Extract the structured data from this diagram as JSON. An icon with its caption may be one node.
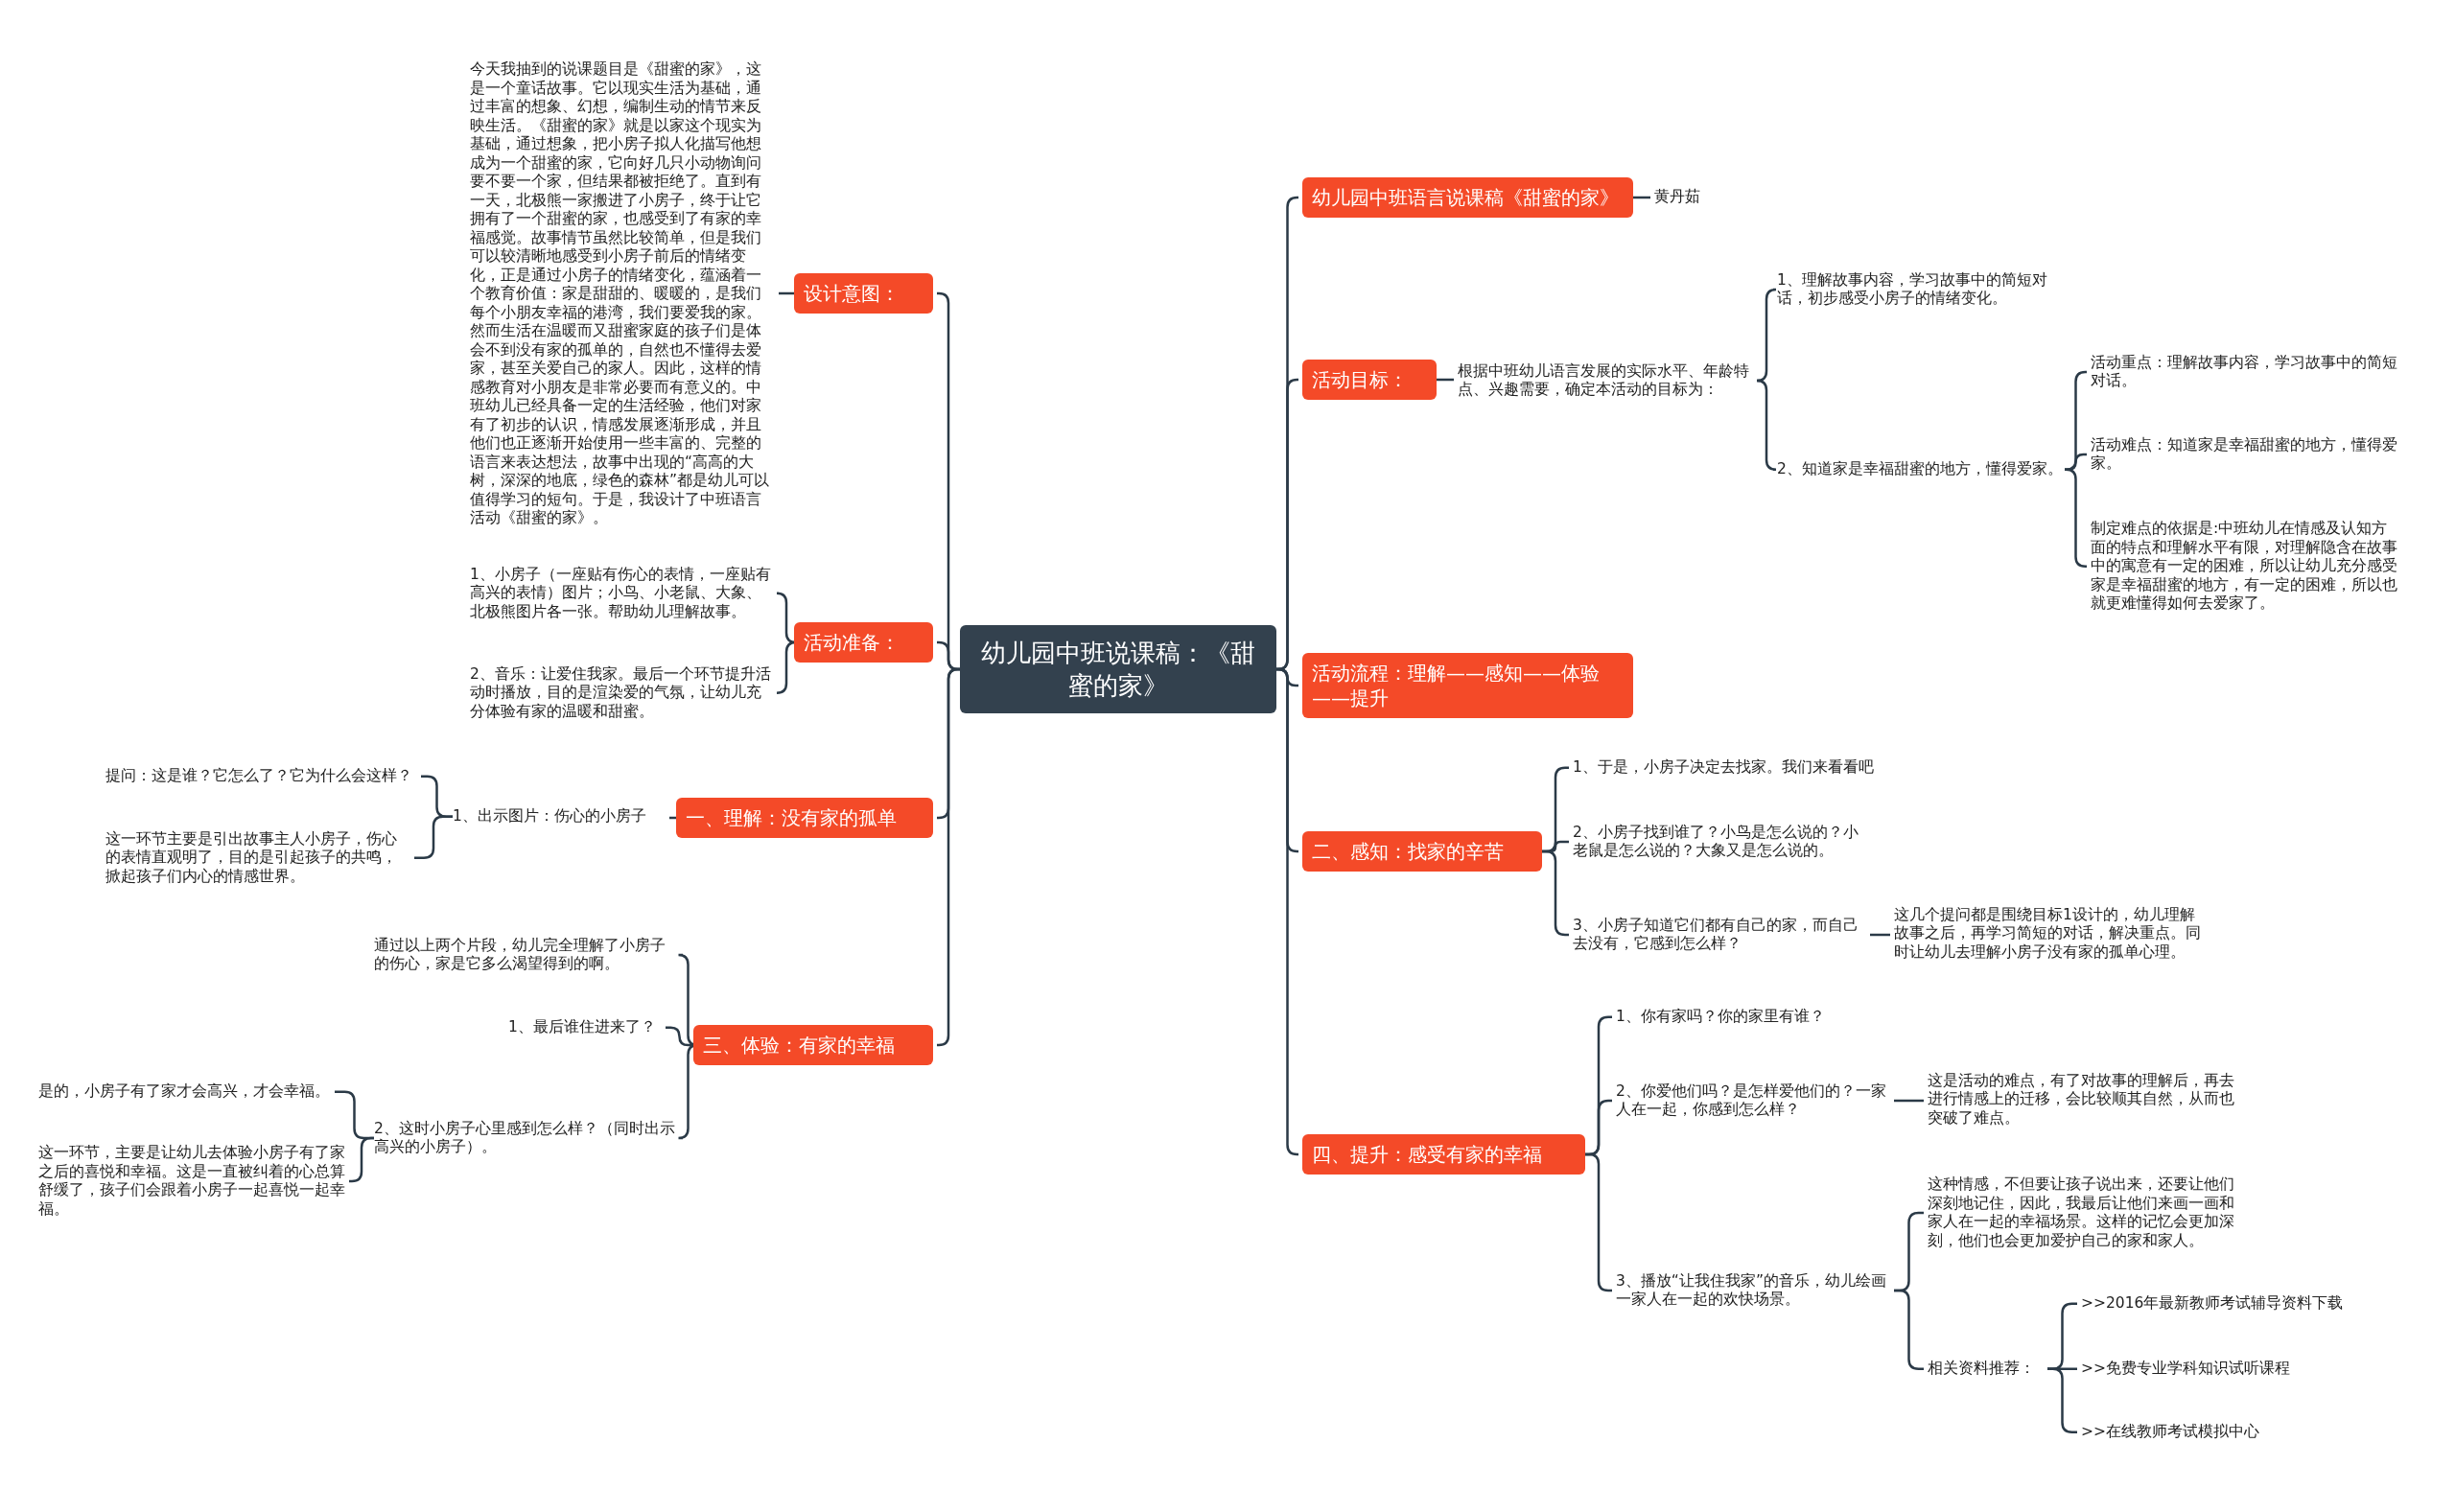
{
  "diagram": {
    "nodes": [
      {
        "text": [
          "幼儿园中班说课稿：《甜蜜的家》"
        ]
      },
      {
        "text": [
          "幼儿园中班语言说课稿《甜蜜的家》"
        ]
      },
      {
        "text": [
          "黄丹茹"
        ]
      },
      {
        "text": [
          "活动目标："
        ]
      },
      {
        "text": [
          "根据中班幼儿语言发展的实际水平、年龄特点、兴趣需要，确定本活动的目标为："
        ]
      },
      {
        "text": [
          "1、理解故事内容，学习故事中的简短对话，初步感受小房子的情绪变化。"
        ]
      },
      {
        "text": [
          "2、知道家是幸福甜蜜的地方，懂得爱家。"
        ]
      },
      {
        "text": [
          "活动重点：理解故事内容，学习故事中的简短对话。"
        ]
      },
      {
        "text": [
          "活动难点：知道家是幸福甜蜜的地方，懂得爱家。"
        ]
      },
      {
        "text": [
          "制定难点的依据是:中班幼儿在情感及认知方面的特点和理解水平有限，对理解隐含在故事中的寓意有一定的困难，所以让幼儿充分感受家是幸福甜蜜的地方，有一定的困难，所以也就更难懂得如何去爱家了。"
        ]
      },
      {
        "text": [
          "活动流程：理解——感知——体验——提升"
        ]
      },
      {
        "text": [
          "二、感知：找家的辛苦"
        ]
      },
      {
        "text": [
          "1、于是，小房子决定去找家。我们来看看吧"
        ]
      },
      {
        "text": [
          "2、小房子找到谁了？小鸟是怎么说的？小老鼠是怎么说的？大象又是怎么说的。"
        ]
      },
      {
        "text": [
          "3、小房子知道它们都有自己的家，而自己去没有，它感到怎么样？"
        ]
      },
      {
        "text": [
          "这几个提问都是围绕目标1设计的，幼儿理解故事之后，再学习简短的对话，解决重点。同时让幼儿去理解小房子没有家的孤单心理。"
        ]
      },
      {
        "text": [
          "四、提升：感受有家的幸福"
        ]
      },
      {
        "text": [
          "1、你有家吗？你的家里有谁？"
        ]
      },
      {
        "text": [
          "2、你爱他们吗？是怎样爱他们的？一家人在一起，你感到怎么样？"
        ]
      },
      {
        "text": [
          "这是活动的难点，有了对故事的理解后，再去进行情感上的迁移，会比较顺其自然，从而也突破了难点。"
        ]
      },
      {
        "text": [
          "3、播放“让我住我家”的音乐，幼儿绘画一家人在一起的欢快场景。"
        ]
      },
      {
        "text": [
          "这种情感，不但要让孩子说出来，还要让他们深刻地记住，因此，我最后让他们来画一画和家人在一起的幸福场景。这样的记忆会更加深刻，他们也会更加爱护自己的家和家人。"
        ]
      },
      {
        "text": [
          "相关资料推荐："
        ]
      },
      {
        "text": [
          ">>2016年最新教师考试辅导资料下载"
        ]
      },
      {
        "text": [
          ">>免费专业学科知识试听课程"
        ]
      },
      {
        "text": [
          ">>在线教师考试模拟中心"
        ]
      },
      {
        "text": [
          "设计意图："
        ]
      },
      {
        "text": [
          "今天我抽到的说课题目是《甜蜜的家》，这是一个童话故事。它以现实生活为基础，通过丰富的想象、幻想，编制生动的情节来反映生活。《甜蜜的家》就是以家这个现实为基础，通过想象，把小房子拟人化描写他想成为一个甜蜜的家，它向好几只小动物询问要不要一个家，但结果都被拒绝了。直到有一天，北极熊一家搬进了小房子，终于让它拥有了一个甜蜜的家，也感受到了有家的幸福感觉。故事情节虽然比较简单，但是我们可以较清晰地感受到小房子前后的情绪变化，正是通过小房子的情绪变化，蕴涵着一个教育价值：家是甜甜的、暖暖的，是我们每个小朋友幸福的港湾，我们要爱我的家。然而生活在温暖而又甜蜜家庭的孩子们是体会不到没有家的孤单的，自然也不懂得去爱家，甚至关爱自己的家人。因此，这样的情感教育对小朋友是非常必要而有意义的。中班幼儿已经具备一定的生活经验，他们对家有了初步的认识，情感发展逐渐形成，并且他们也正逐渐开始使用一些丰富的、完整的语言来表达想法，故事中出现的“高高的大树，深深的地底，绿色的森林”都是幼儿可以值得学习的短句。于是，我设计了中班语言活动《甜蜜的家》。"
        ]
      },
      {
        "text": [
          "活动准备："
        ]
      },
      {
        "text": [
          "1、小房子（一座贴有伤心的表情，一座贴有高兴的表情）图片；小鸟、小老鼠、大象、北极熊图片各一张。帮助幼儿理解故事。"
        ]
      },
      {
        "text": [
          "2、音乐：让爱住我家。最后一个环节提升活动时播放，目的是渲染爱的气氛，让幼儿充分体验有家的温暖和甜蜜。"
        ]
      },
      {
        "text": [
          "一、理解：没有家的孤单"
        ]
      },
      {
        "text": [
          "1、出示图片：伤心的小房子"
        ]
      },
      {
        "text": [
          "提问：这是谁？它怎么了？它为什么会这样？"
        ]
      },
      {
        "text": [
          "这一环节主要是引出故事主人小房子，伤心的表情直观明了，目的是引起孩子的共鸣，掀起孩子们内心的情感世界。"
        ]
      },
      {
        "text": [
          "三、体验：有家的幸福"
        ]
      },
      {
        "text": [
          "通过以上两个片段，幼儿完全理解了小房子的伤心，家是它多么渴望得到的啊。"
        ]
      },
      {
        "text": [
          "1、最后谁住进来了？"
        ]
      },
      {
        "text": [
          "2、这时小房子心里感到怎么样？（同时出示高兴的小房子）。"
        ]
      },
      {
        "text": [
          "是的，小房子有了家才会高兴，才会幸福。"
        ]
      },
      {
        "text": [
          "这一环节，主要是让幼儿去体验小房子有了家之后的喜悦和幸福。这是一直被纠着的心总算舒缓了，孩子们会跟着小房子一起喜悦一起幸福。"
        ]
      }
    ],
    "edges": [
      {
        "from": 0,
        "to": 1,
        "arrow": "none"
      },
      {
        "from": 1,
        "to": 2,
        "arrow": "none"
      },
      {
        "from": 0,
        "to": 3,
        "arrow": "none"
      },
      {
        "from": 3,
        "to": 4,
        "arrow": "none"
      },
      {
        "from": 4,
        "to": 5,
        "arrow": "none"
      },
      {
        "from": 4,
        "to": 6,
        "arrow": "none"
      },
      {
        "from": 6,
        "to": 7,
        "arrow": "none"
      },
      {
        "from": 6,
        "to": 8,
        "arrow": "none"
      },
      {
        "from": 6,
        "to": 9,
        "arrow": "none"
      },
      {
        "from": 0,
        "to": 10,
        "arrow": "none"
      },
      {
        "from": 0,
        "to": 11,
        "arrow": "none"
      },
      {
        "from": 11,
        "to": 12,
        "arrow": "none"
      },
      {
        "from": 11,
        "to": 13,
        "arrow": "none"
      },
      {
        "from": 11,
        "to": 14,
        "arrow": "none"
      },
      {
        "from": 14,
        "to": 15,
        "arrow": "none"
      },
      {
        "from": 0,
        "to": 16,
        "arrow": "none"
      },
      {
        "from": 16,
        "to": 17,
        "arrow": "none"
      },
      {
        "from": 16,
        "to": 18,
        "arrow": "none"
      },
      {
        "from": 18,
        "to": 19,
        "arrow": "none"
      },
      {
        "from": 16,
        "to": 20,
        "arrow": "none"
      },
      {
        "from": 20,
        "to": 21,
        "arrow": "none"
      },
      {
        "from": 20,
        "to": 22,
        "arrow": "none"
      },
      {
        "from": 22,
        "to": 23,
        "arrow": "none"
      },
      {
        "from": 22,
        "to": 24,
        "arrow": "none"
      },
      {
        "from": 22,
        "to": 25,
        "arrow": "none"
      },
      {
        "from": 0,
        "to": 26,
        "arrow": "none"
      },
      {
        "from": 26,
        "to": 27,
        "arrow": "none"
      },
      {
        "from": 0,
        "to": 28,
        "arrow": "none"
      },
      {
        "from": 28,
        "to": 29,
        "arrow": "none"
      },
      {
        "from": 28,
        "to": 30,
        "arrow": "none"
      },
      {
        "from": 0,
        "to": 31,
        "arrow": "none"
      },
      {
        "from": 31,
        "to": 32,
        "arrow": "none"
      },
      {
        "from": 32,
        "to": 33,
        "arrow": "none"
      },
      {
        "from": 32,
        "to": 34,
        "arrow": "none"
      },
      {
        "from": 0,
        "to": 35,
        "arrow": "none"
      },
      {
        "from": 35,
        "to": 36,
        "arrow": "none"
      },
      {
        "from": 35,
        "to": 37,
        "arrow": "none"
      },
      {
        "from": 35,
        "to": 38,
        "arrow": "none"
      },
      {
        "from": 38,
        "to": 39,
        "arrow": "none"
      },
      {
        "from": 38,
        "to": 40,
        "arrow": "none"
      }
    ]
  }
}
